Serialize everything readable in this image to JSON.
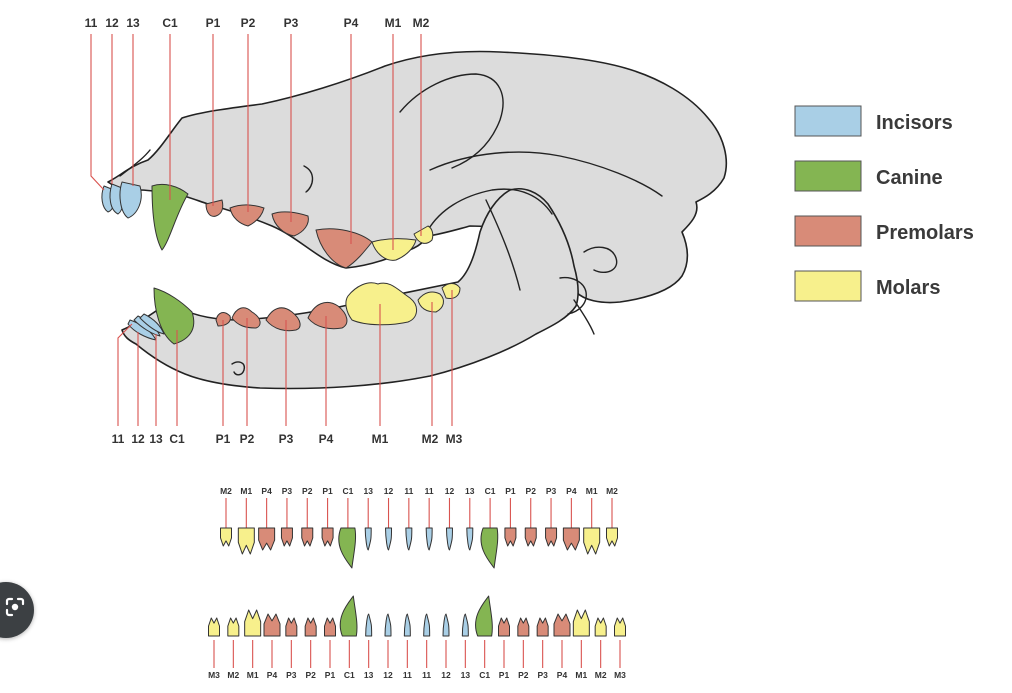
{
  "colors": {
    "incisor": "#a9cfe6",
    "canine": "#84b552",
    "premolar": "#d88b78",
    "molar": "#f7f08c",
    "guide": "#d9534f",
    "bone": "#dcdcdc"
  },
  "legend": [
    {
      "key": "incisor",
      "label": "Incisors"
    },
    {
      "key": "canine",
      "label": "Canine"
    },
    {
      "key": "premolar",
      "label": "Premolars"
    },
    {
      "key": "molar",
      "label": "Molars"
    }
  ],
  "skull": {
    "upper_labels": [
      "11",
      "12",
      "13",
      "C1",
      "P1",
      "P2",
      "P3",
      "P4",
      "M1",
      "M2"
    ],
    "lower_labels": [
      "11",
      "12",
      "13",
      "C1",
      "P1",
      "P2",
      "P3",
      "P4",
      "M1",
      "M2",
      "M3"
    ]
  },
  "chart": {
    "upper_labels": [
      "M2",
      "M1",
      "P4",
      "P3",
      "P2",
      "P1",
      "C1",
      "13",
      "12",
      "11",
      "11",
      "12",
      "13",
      "C1",
      "P1",
      "P2",
      "P3",
      "P4",
      "M1",
      "M2"
    ],
    "upper_types": [
      "molar",
      "molar",
      "premolar",
      "premolar",
      "premolar",
      "premolar",
      "canine",
      "incisor",
      "incisor",
      "incisor",
      "incisor",
      "incisor",
      "incisor",
      "canine",
      "premolar",
      "premolar",
      "premolar",
      "premolar",
      "molar",
      "molar"
    ],
    "lower_labels": [
      "M3",
      "M2",
      "M1",
      "P4",
      "P3",
      "P2",
      "P1",
      "C1",
      "13",
      "12",
      "11",
      "11",
      "12",
      "13",
      "C1",
      "P1",
      "P2",
      "P3",
      "P4",
      "M1",
      "M2",
      "M3"
    ],
    "lower_types": [
      "molar",
      "molar",
      "molar",
      "premolar",
      "premolar",
      "premolar",
      "premolar",
      "canine",
      "incisor",
      "incisor",
      "incisor",
      "incisor",
      "incisor",
      "incisor",
      "canine",
      "premolar",
      "premolar",
      "premolar",
      "premolar",
      "molar",
      "molar",
      "molar"
    ]
  },
  "overlay": {
    "lens_icon": "google-lens-icon"
  }
}
